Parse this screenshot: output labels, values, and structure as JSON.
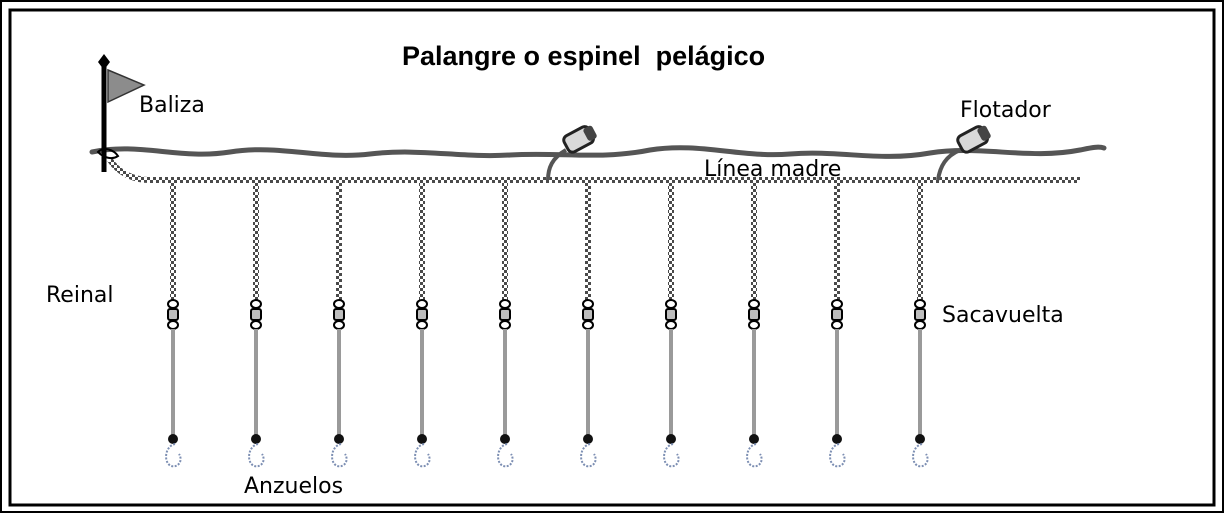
{
  "diagram": {
    "title": "Palangre o espinel  pelágico",
    "labels": {
      "buoy_marker": "Baliza",
      "float": "Flotador",
      "main_line": "Línea madre",
      "branch_line": "Reinal",
      "swivel": "Sacavuelta",
      "hooks": "Anzuelos"
    },
    "branch_count": 10,
    "float_count": 2
  }
}
